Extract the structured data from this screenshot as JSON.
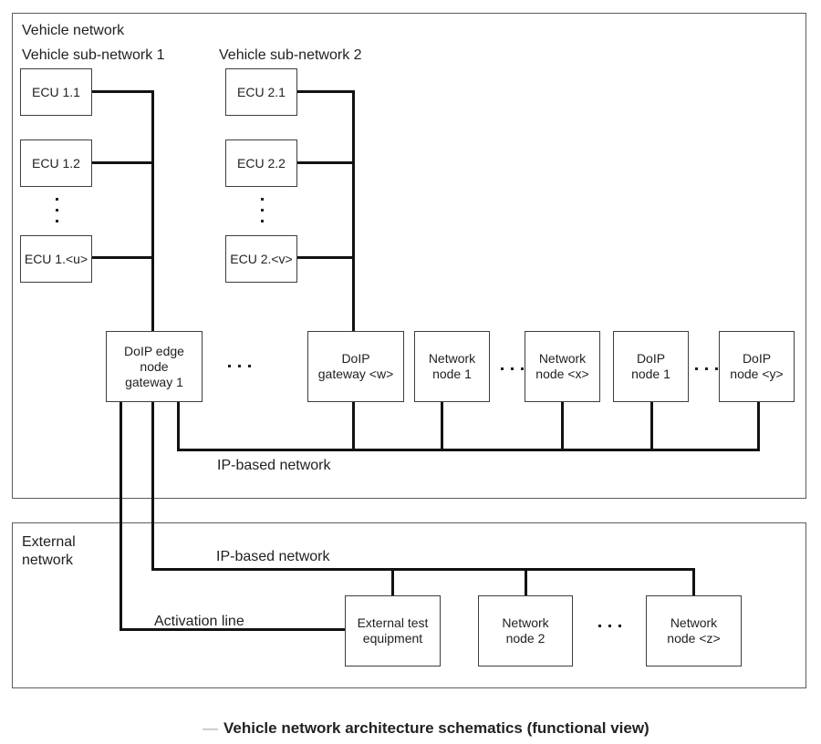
{
  "colors": {
    "line": "#121212",
    "box_border": "#3e3e3e",
    "outer_border": "#5c5c5c",
    "text": "#1f1f1f",
    "caption_dash": "#a8a8a8"
  },
  "vehicle_network": {
    "title": "Vehicle network",
    "subnet1_title": "Vehicle sub-network 1",
    "subnet2_title": "Vehicle sub-network 2",
    "subnet1_ecus": [
      "ECU 1.1",
      "ECU 1.2",
      "ECU 1.<u>"
    ],
    "subnet2_ecus": [
      "ECU 2.1",
      "ECU 2.2",
      "ECU 2.<v>"
    ],
    "doip_edge_gateway": [
      "DoIP edge",
      "node",
      "gateway 1"
    ],
    "doip_gateway_w": [
      "DoIP",
      "gateway <w>"
    ],
    "network_node_1": [
      "Network",
      "node 1"
    ],
    "network_node_x": [
      "Network",
      "node <x>"
    ],
    "doip_node_1": [
      "DoIP",
      "node 1"
    ],
    "doip_node_y": [
      "DoIP",
      "node <y>"
    ],
    "ip_bus_label": "IP-based network"
  },
  "external_network": {
    "title_lines": [
      "External",
      "network"
    ],
    "ip_bus_label": "IP-based network",
    "activation_label": "Activation line",
    "external_test_equipment": [
      "External test",
      "equipment"
    ],
    "network_node_2": [
      "Network",
      "node 2"
    ],
    "network_node_z": [
      "Network",
      "node <z>"
    ]
  },
  "caption": {
    "dash": "—",
    "title": "Vehicle network architecture schematics (functional view)"
  }
}
